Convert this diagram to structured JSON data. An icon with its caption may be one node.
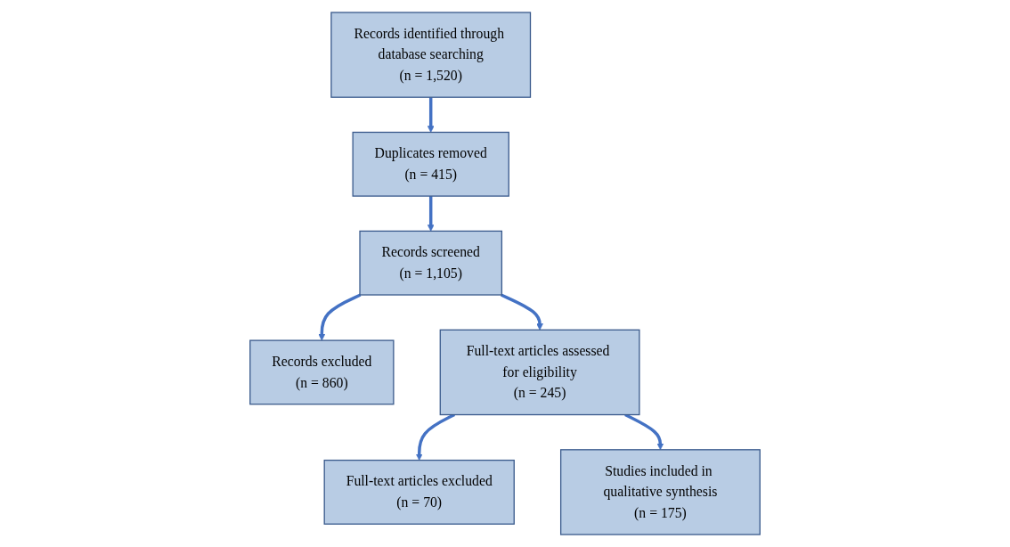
{
  "diagram": {
    "nodes": [
      {
        "text": [
          "Records identified through database searching",
          "(n = 1,520)"
        ]
      },
      {
        "text": [
          "Duplicates removed",
          "(n = 415)"
        ]
      },
      {
        "text": [
          "Records screened",
          "(n = 1,105)"
        ]
      },
      {
        "text": [
          "Records excluded",
          "(n = 860)"
        ]
      },
      {
        "text": [
          "Full-text articles assessed for eligibility",
          "(n = 245)"
        ]
      },
      {
        "text": [
          "Full-text articles excluded",
          "(n = 70)"
        ]
      },
      {
        "text": [
          "Studies included in qualitative synthesis",
          "(n = 175)"
        ]
      }
    ],
    "edges": [
      {
        "from": 0,
        "to": 1,
        "arrow": "to"
      },
      {
        "from": 1,
        "to": 2,
        "arrow": "to"
      },
      {
        "from": 2,
        "to": 3,
        "arrow": "to"
      },
      {
        "from": 2,
        "to": 4,
        "arrow": "to"
      },
      {
        "from": 4,
        "to": 5,
        "arrow": "to"
      },
      {
        "from": 4,
        "to": 6,
        "arrow": "to"
      }
    ]
  }
}
